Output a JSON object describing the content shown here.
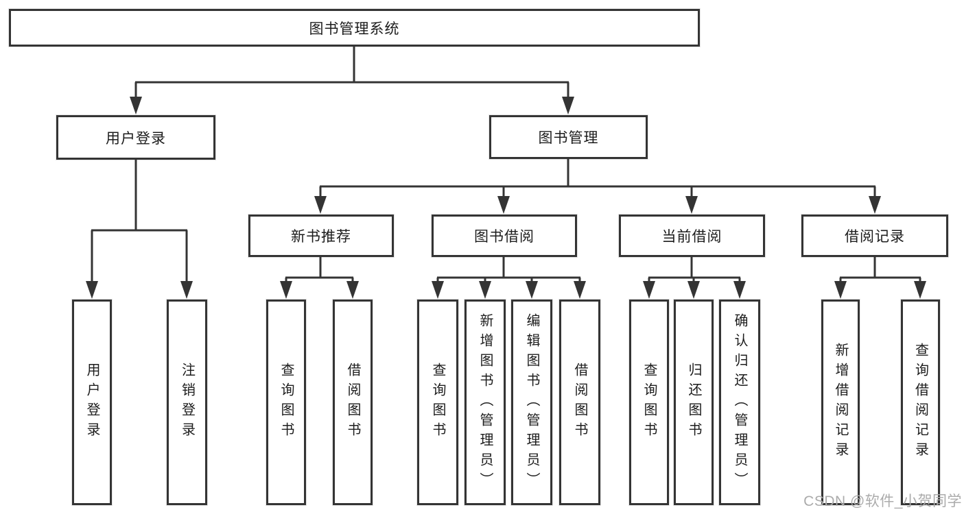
{
  "tree": {
    "label": "图书管理系统",
    "children": [
      {
        "label": "用户登录",
        "children": [
          {
            "label": "用户登录"
          },
          {
            "label": "注销登录"
          }
        ]
      },
      {
        "label": "图书管理",
        "children": [
          {
            "label": "新书推荐",
            "children": [
              {
                "label": "查询图书"
              },
              {
                "label": "借阅图书"
              }
            ]
          },
          {
            "label": "图书借阅",
            "children": [
              {
                "label": "查询图书"
              },
              {
                "label": "新增图书（管理员）"
              },
              {
                "label": "编辑图书（管理员）"
              },
              {
                "label": "借阅图书"
              }
            ]
          },
          {
            "label": "当前借阅",
            "children": [
              {
                "label": "查询图书"
              },
              {
                "label": "归还图书"
              },
              {
                "label": "确认归还（管理员）"
              }
            ]
          },
          {
            "label": "借阅记录",
            "children": [
              {
                "label": "新增借阅记录"
              },
              {
                "label": "查询借阅记录"
              }
            ]
          }
        ]
      }
    ]
  },
  "watermark": {
    "text": "CSDN @软件_小贺同学"
  },
  "colors": {
    "line": "#343434",
    "box_border": "#343434",
    "text": "#1c1c1c",
    "watermark": "#ababab",
    "background": "#ffffff"
  }
}
